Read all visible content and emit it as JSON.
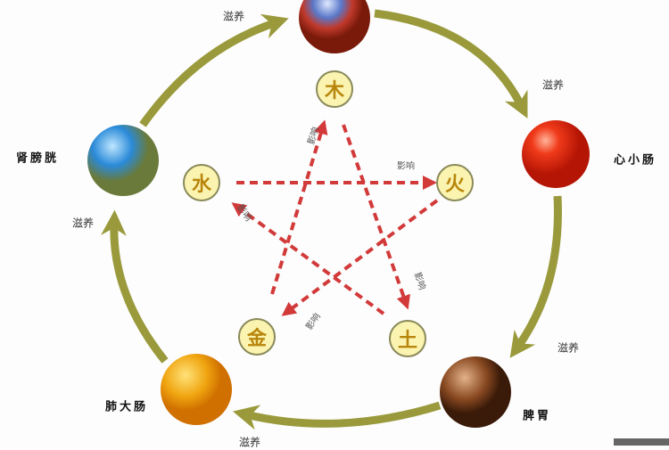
{
  "colors": {
    "cycle_arrow": "#9a9a3c",
    "control_arrow": "#d23a3a",
    "element_fill": "#fbf3b0"
  },
  "elements": {
    "wood": "木",
    "fire": "火",
    "earth": "土",
    "metal": "金",
    "water": "水"
  },
  "organs": {
    "water": "肾膀胱",
    "fire": "心小肠",
    "earth": "脾胃",
    "metal": "肺大肠"
  },
  "cycle_label": "滋养",
  "control_label": "影响"
}
